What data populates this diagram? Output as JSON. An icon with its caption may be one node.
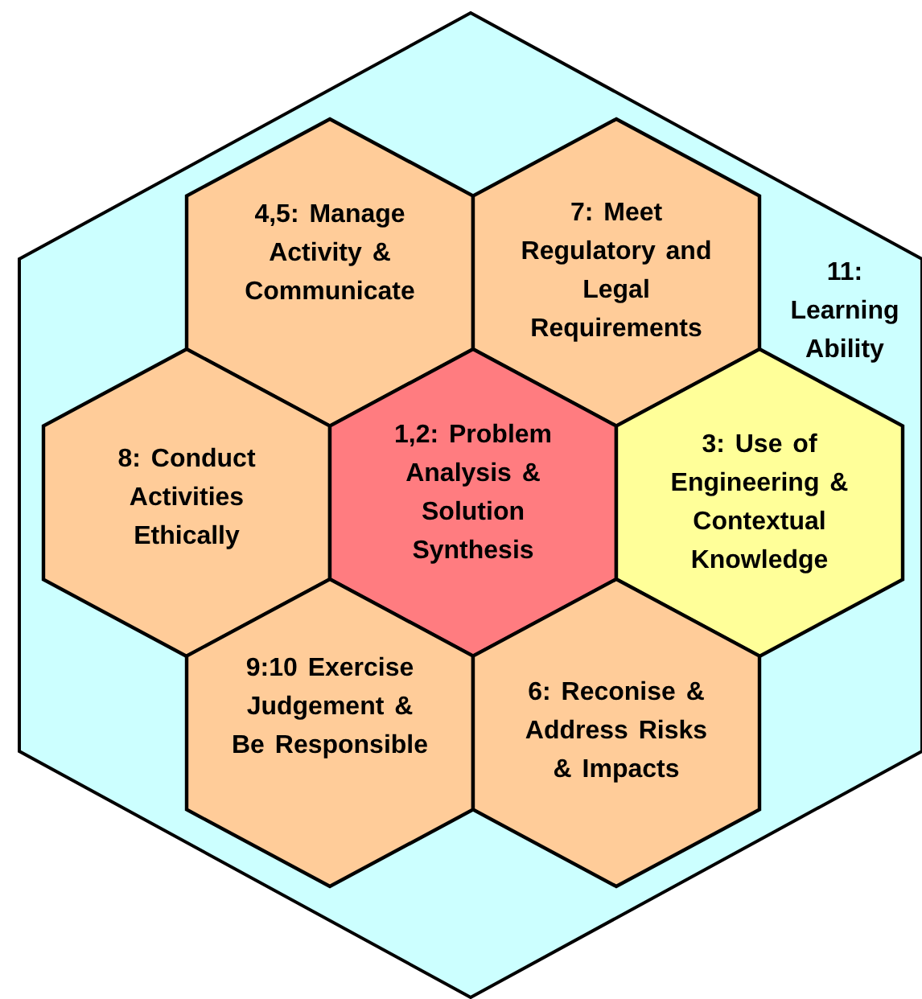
{
  "diagram": {
    "nodes": [
      {
        "text": [
          "11: Learning Ability"
        ]
      },
      {
        "text": [
          "4,5: Manage Activity & Communicate"
        ],
        "in": 0
      },
      {
        "text": [
          "7: Meet Regulatory and Legal Requirements"
        ],
        "in": 0
      },
      {
        "text": [
          "8: Conduct Activities Ethically"
        ],
        "in": 0
      },
      {
        "text": [
          "1,2: Problem Analysis & Solution Synthesis"
        ],
        "in": 0
      },
      {
        "text": [
          "3: Use of Engineering & Contextual Knowledge"
        ],
        "in": 0
      },
      {
        "text": [
          "9:10 Exercise Judgement & Be Responsible"
        ],
        "in": 0
      },
      {
        "text": [
          "6: Reconise & Address Risks & Impacts"
        ],
        "in": 0
      }
    ]
  }
}
